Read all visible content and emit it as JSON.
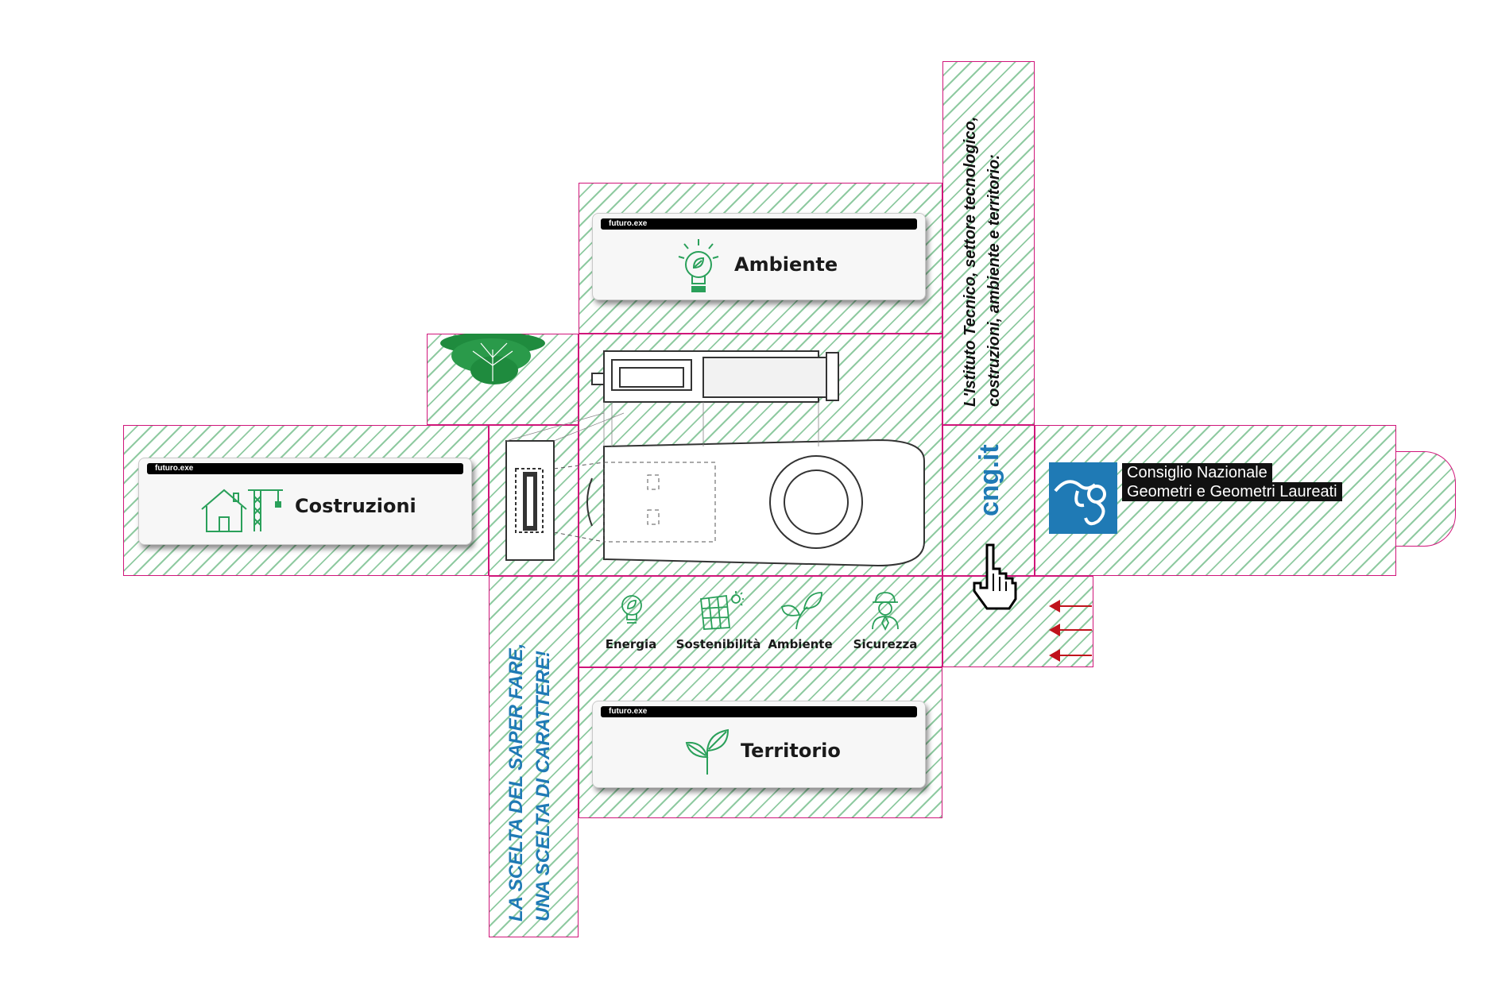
{
  "cards": [
    {
      "id": "ambiente",
      "tag": "futuro.exe",
      "label": "Ambiente",
      "icon": "lightbulb-leaf-icon"
    },
    {
      "id": "costruzioni",
      "tag": "futuro.exe",
      "label": "Costruzioni",
      "icon": "house-crane-icon"
    },
    {
      "id": "territorio",
      "tag": "futuro.exe",
      "label": "Territorio",
      "icon": "sprout-icon"
    }
  ],
  "right_flap_text": [
    "L'Istituto Tecnico, settore tecnologico,",
    "costruzioni, ambiente e territorio:"
  ],
  "left_flap_text": [
    "LA SCELTA DEL SAPER FARE,",
    "UNA SCELTA DI CARATTERE!"
  ],
  "website": "cng.it",
  "organization": {
    "line1": "Consiglio Nazionale",
    "line2": "Geometri e Geometri Laureati",
    "logo": "cng-logo-icon"
  },
  "features": [
    {
      "label": "Energia",
      "icon": "lightbulb-leaf-icon"
    },
    {
      "label": "Sostenibilità",
      "icon": "solar-panel-icon"
    },
    {
      "label": "Ambiente",
      "icon": "leaves-icon"
    },
    {
      "label": "Sicurezza",
      "icon": "worker-helmet-icon"
    }
  ],
  "colors": {
    "cut_line": "#d0157a",
    "hatch": "#8fcaa1",
    "accent_blue": "#1f7ab5",
    "icon_green": "#2aa05a",
    "marker_red": "#c0121c"
  }
}
